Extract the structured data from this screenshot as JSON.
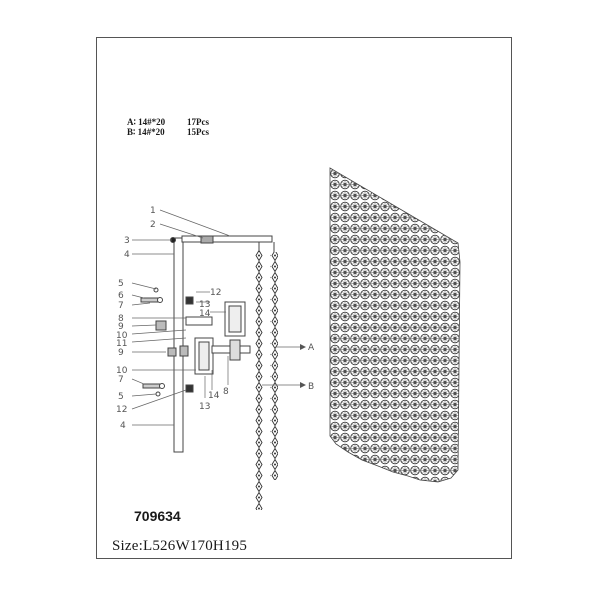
{
  "specs": [
    {
      "code": "A∶ 14#*20",
      "qty": "17Pcs"
    },
    {
      "code": "B∶ 14#*20",
      "qty": "15Pcs"
    }
  ],
  "callouts_left": [
    "1",
    "2",
    "3",
    "4",
    "5",
    "6",
    "7",
    "8",
    "9",
    "10",
    "11",
    "9",
    "10",
    "7",
    "5",
    "12",
    "4"
  ],
  "callouts_center": [
    "12",
    "13",
    "14",
    "13",
    "14",
    "8"
  ],
  "callouts_right": [
    "A",
    "B"
  ],
  "model": "709634",
  "size": "Size:L526W170H195",
  "colors": {
    "line": "#555555",
    "ink": "#1a1a1a"
  }
}
